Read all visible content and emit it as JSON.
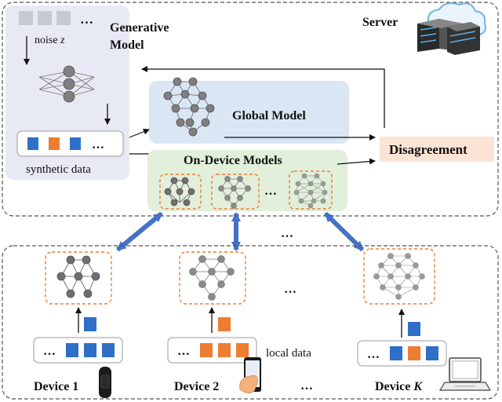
{
  "server": {
    "label": "Server"
  },
  "generative": {
    "title_line1": "Generative",
    "title_line2": "Model",
    "noise_label": "noise",
    "noise_var": "z",
    "ellipsis": "…",
    "synthetic_label": "synthetic data"
  },
  "global_model": {
    "label": "Global Model"
  },
  "on_device_models": {
    "label": "On-Device Models",
    "ellipsis": "…"
  },
  "disagreement": {
    "label": "Disagreement"
  },
  "middle_ellipsis": "…",
  "devices": [
    {
      "name": "Device 1",
      "ellipsis": "…",
      "icon": "fitness-band-icon"
    },
    {
      "name": "Device 2",
      "ellipsis": "…",
      "icon": "smartphone-icon"
    },
    {
      "name": "Device ",
      "name_var": "K",
      "ellipsis": "…",
      "icon": "laptop-icon"
    }
  ],
  "device_row_ellipsis": "…",
  "device_name_ellipsis": "…",
  "local_data_label": "local data",
  "colors": {
    "blue_square": "#2e6fc7",
    "orange_square": "#ed7d31",
    "generative_bg": "#e7e9f5",
    "global_bg": "#dbe6f5",
    "ondevice_bg": "#e2efda",
    "disagreement_bg": "#fbe4d6",
    "dashed_orange": "#ed7d31",
    "link_blue": "#4472c4"
  }
}
